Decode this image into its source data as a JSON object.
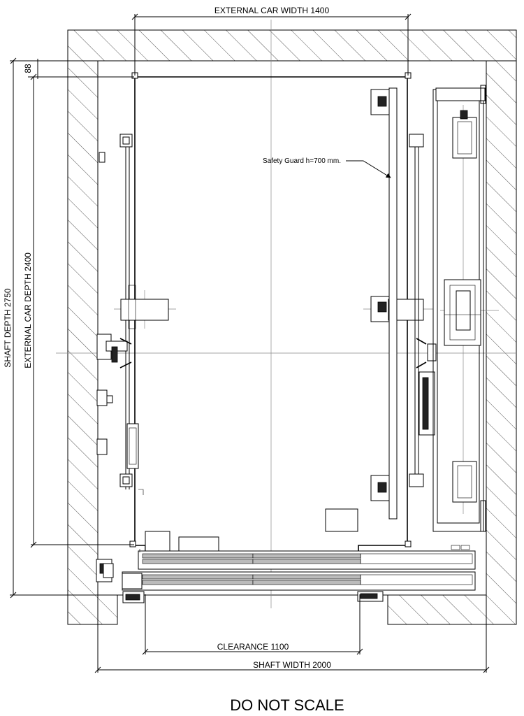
{
  "dimensions": {
    "external_car_width": "EXTERNAL CAR WIDTH 1400",
    "shaft_depth": "SHAFT DEPTH 2750",
    "external_car_depth": "EXTERNAL CAR DEPTH 2400",
    "top_gap": "88",
    "clearance": "CLEARANCE 1100",
    "shaft_width": "SHAFT WIDTH 2000"
  },
  "annotations": {
    "safety_guard": "Safety Guard h=700 mm."
  },
  "footer": {
    "note": "DO NOT SCALE"
  }
}
